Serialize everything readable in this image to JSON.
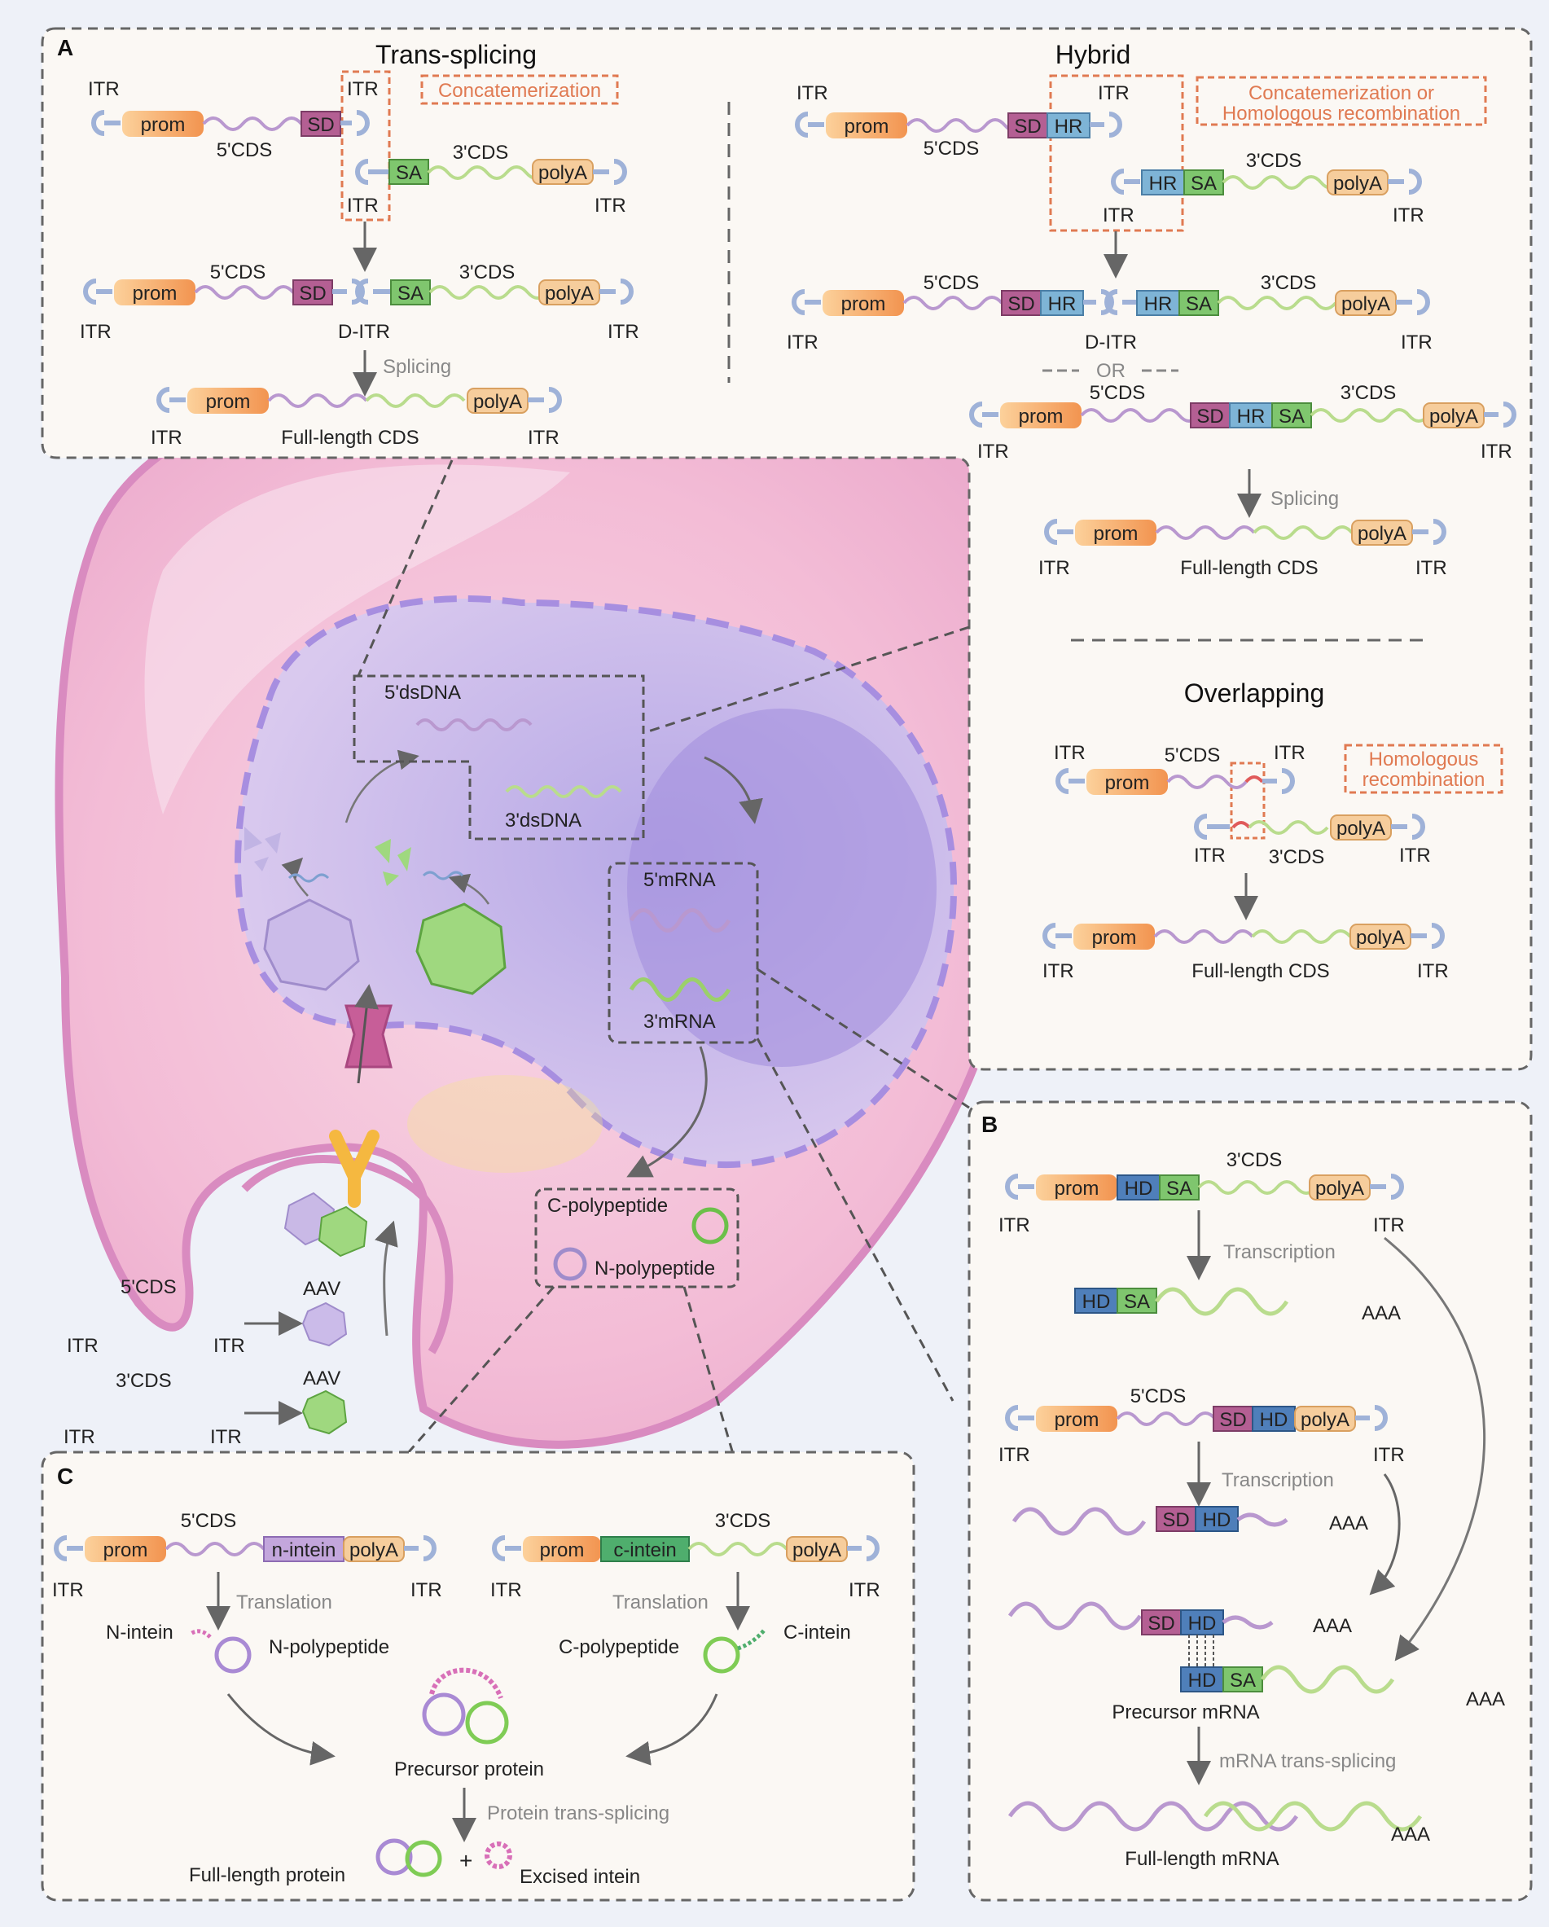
{
  "panels": {
    "A": {
      "letter": "A",
      "trans_splicing": {
        "title": "Trans-splicing",
        "process_note": "Concatemerization",
        "row1_itr_left": "ITR",
        "row1_itr_right": "ITR",
        "row2_itr_left": "ITR",
        "row2_itr_right": "ITR",
        "row3_itr_left": "ITR",
        "row3_dtr": "D-ITR",
        "row3_itr_right": "ITR",
        "row4_itr_left": "ITR",
        "row4_itr_right": "ITR",
        "splicing": "Splicing",
        "full_cds": "Full-length CDS"
      },
      "hybrid": {
        "title": "Hybrid",
        "process_note_1": "Concatemerization or",
        "process_note_2": "Homologous recombination",
        "row1_itr_left": "ITR",
        "row1_itr_right": "ITR",
        "row2_itr_left": "ITR",
        "row2_itr_right": "ITR",
        "row3_itr_left": "ITR",
        "row3_dtr": "D-ITR",
        "row3_itr_right": "ITR",
        "or": "OR",
        "row4_itr_left": "ITR",
        "row4_itr_right": "ITR",
        "splicing": "Splicing",
        "row5_itr_left": "ITR",
        "row5_itr_right": "ITR",
        "full_cds": "Full-length CDS"
      },
      "overlapping": {
        "title": "Overlapping",
        "process_note_1": "Homologous",
        "process_note_2": "recombination",
        "row1_itr_left": "ITR",
        "row1_itr_right": "ITR",
        "row2_itr_left": "ITR",
        "row2_itr_right": "ITR",
        "row3_itr_left": "ITR",
        "row3_itr_right": "ITR",
        "full_cds": "Full-length CDS"
      }
    },
    "B": {
      "letter": "B",
      "itr_1l": "ITR",
      "itr_1r": "ITR",
      "transcription_1": "Transcription",
      "aaa_1": "AAA",
      "itr_2l": "ITR",
      "itr_2r": "ITR",
      "transcription_2": "Transcription",
      "aaa_2": "AAA",
      "aaa_3": "AAA",
      "aaa_4": "AAA",
      "precursor_mrna": "Precursor mRNA",
      "mrna_trans_splicing": "mRNA trans-splicing",
      "aaa_5": "AAA",
      "full_mrna": "Full-length mRNA"
    },
    "C": {
      "letter": "C",
      "itr_1l": "ITR",
      "itr_1r": "ITR",
      "itr_2l": "ITR",
      "itr_2r": "ITR",
      "translation_1": "Translation",
      "translation_2": "Translation",
      "n_intein": "N-intein",
      "n_polypeptide": "N-polypeptide",
      "c_polypeptide": "C-polypeptide",
      "c_intein": "C-intein",
      "precursor_protein": "Precursor protein",
      "protein_trans_splicing": "Protein trans-splicing",
      "full_protein": "Full-length protein",
      "plus": "+",
      "excised_intein": "Excised intein"
    }
  },
  "elements": {
    "prom": "prom",
    "sd": "SD",
    "sa": "SA",
    "hr": "HR",
    "hd": "HD",
    "polyA": "polyA",
    "n_intein": "n-intein",
    "c_intein": "c-intein",
    "cds5": "5'CDS",
    "cds3": "3'CDS"
  },
  "cell": {
    "dsdna5": "5'dsDNA",
    "dsdna3": "3'dsDNA",
    "mrna5": "5'mRNA",
    "mrna3": "3'mRNA",
    "c_polypeptide": "C-polypeptide",
    "n_polypeptide": "N-polypeptide",
    "vec1_cds": "5'CDS",
    "vec1_itr_l": "ITR",
    "vec1_itr_r": "ITR",
    "aav1": "AAV",
    "vec2_cds": "3'CDS",
    "vec2_itr_l": "ITR",
    "vec2_itr_r": "ITR",
    "aav2": "AAV"
  },
  "colors": {
    "prom": "#f6a560",
    "sd": "#b45f93",
    "sa": "#7fc66e",
    "hr": "#7eb4d6",
    "hd": "#4f7fba",
    "polyA": "#f6cd9c",
    "itr": "#9fb2d8",
    "cds5": "#b998cf",
    "cds3": "#b9dc8d",
    "note": "#e07a52"
  }
}
